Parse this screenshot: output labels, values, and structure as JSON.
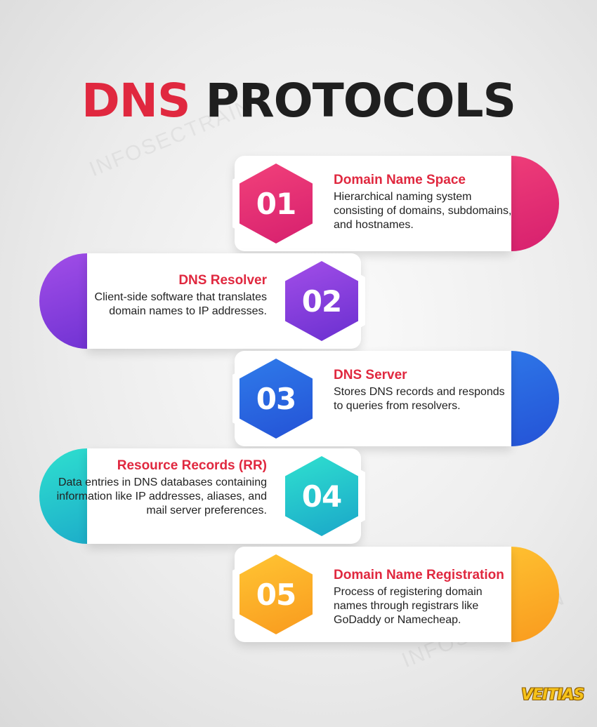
{
  "title": {
    "part1": "DNS",
    "part2": "PROTOCOLS"
  },
  "watermark": "INFOSECTRAIN",
  "items": [
    {
      "number": "01",
      "heading": "Domain Name Space",
      "description": "Hierarchical naming system consisting of domains, subdomains, and hostnames.",
      "color_start": "#f2417a",
      "color_end": "#d61f6e"
    },
    {
      "number": "02",
      "heading": "DNS Resolver",
      "description": "Client-side software that translates domain names to IP addresses.",
      "color_start": "#a24ee8",
      "color_end": "#6a2fd0"
    },
    {
      "number": "03",
      "heading": "DNS Server",
      "description": "Stores DNS records and responds to queries from resolvers.",
      "color_start": "#2f7bea",
      "color_end": "#2452d6"
    },
    {
      "number": "04",
      "heading": "Resource Records (RR)",
      "description": "Data entries in DNS databases containing information like IP addresses, aliases, and mail server preferences.",
      "color_start": "#2fe0cf",
      "color_end": "#1aa6c9"
    },
    {
      "number": "05",
      "heading": "Domain Name Registration",
      "description": "Process of registering domain names through registrars like GoDaddy or Namecheap.",
      "color_start": "#ffc533",
      "color_end": "#f99a1e"
    }
  ],
  "logo": "VEITIAS"
}
